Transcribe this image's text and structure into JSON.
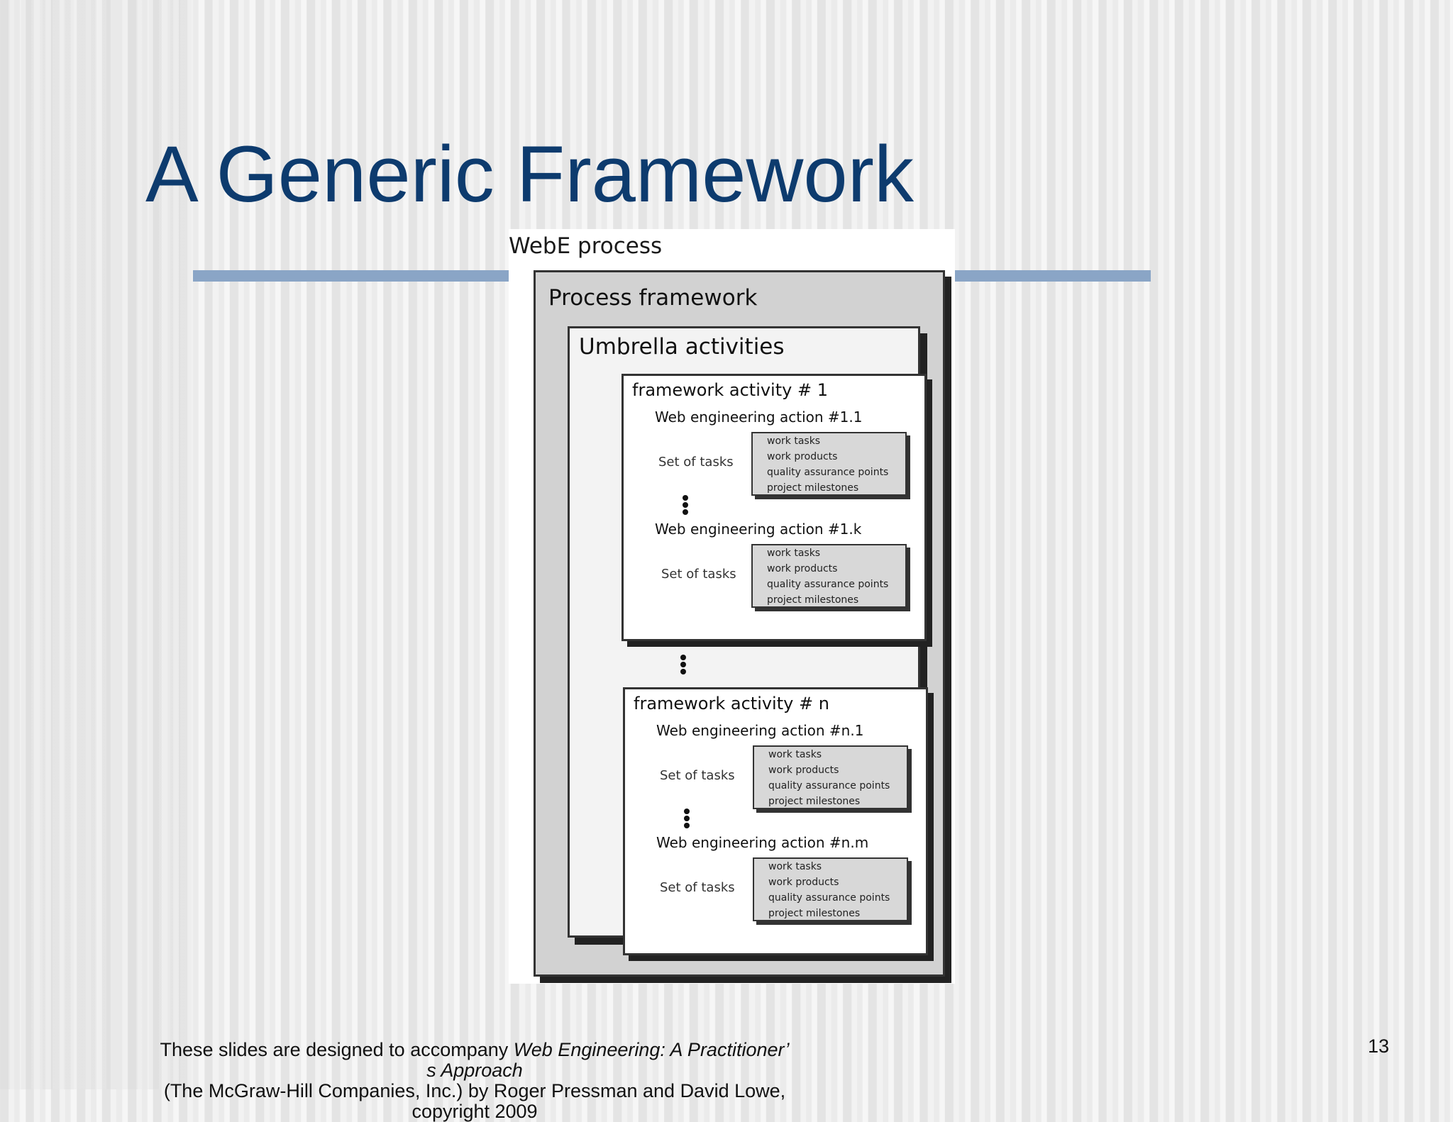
{
  "slide": {
    "title": "A Generic Framework",
    "page_number": "13",
    "footer": {
      "line1_prefix": "These slides are designed to accompany ",
      "line1_book": "Web Engineering: A Practitioner’ s Approach",
      "line2": "(The McGraw-Hill Companies, Inc.) by Roger Pressman and David Lowe, copyright 2009"
    }
  },
  "figure": {
    "title": "WebE process",
    "process_framework": "Process framework",
    "umbrella": "Umbrella activities",
    "activities": [
      {
        "label": "framework activity # 1",
        "actions": [
          {
            "label": "Web engineering action #1.1",
            "set_label": "Set of tasks",
            "items": [
              "work tasks",
              "work products",
              "quality assurance points",
              "project milestones"
            ]
          },
          {
            "label": "Web engineering action #1.k",
            "set_label": "Set of tasks",
            "items": [
              "work tasks",
              "work products",
              "quality assurance points",
              "project milestones"
            ]
          }
        ]
      },
      {
        "label": "framework activity # n",
        "actions": [
          {
            "label": "Web engineering action #n.1",
            "set_label": "Set of tasks",
            "items": [
              "work tasks",
              "work products",
              "quality assurance points",
              "project milestones"
            ]
          },
          {
            "label": "Web engineering action #n.m",
            "set_label": "Set of tasks",
            "items": [
              "work tasks",
              "work products",
              "quality assurance points",
              "project milestones"
            ]
          }
        ]
      }
    ]
  }
}
